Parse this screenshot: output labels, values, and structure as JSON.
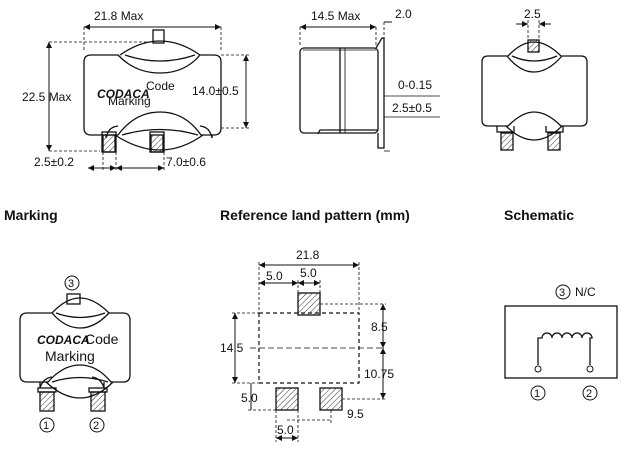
{
  "section_titles": {
    "marking": "Marking",
    "land_pattern": "Reference land pattern (mm)",
    "schematic": "Schematic"
  },
  "front_view": {
    "width_label": "21.8 Max",
    "height_label": "22.5 Max",
    "body_height_label": "14.0±0.5",
    "pad_width_label": "2.5±0.2",
    "pad_pitch_label": "7.0±0.6",
    "logo_text": "CODACA",
    "code_text": "Code",
    "marking_text": "Marking"
  },
  "side_view": {
    "width_label": "14.5 Max",
    "lead_label": "2.0",
    "standoff_label": "0-0.15",
    "terminal_label": "2.5±0.5"
  },
  "rear_view": {
    "pin_width_label": "2.5"
  },
  "marking_view": {
    "logo_text": "CODACA",
    "code_text": "Code",
    "marking_text": "Marking",
    "pin_top": "3",
    "pin_left": "1",
    "pin_right": "2"
  },
  "land_pattern": {
    "width_label": "21.8",
    "pad_offset_label": "5.0",
    "pad_size_label": "5.0",
    "height_label": "14.5",
    "upper_label": "8.5",
    "lower_label": "10.75",
    "bottom_pad_label": "5.0",
    "pad_gap_label": "9.5",
    "bottom_width_label": "5.0"
  },
  "schematic": {
    "pin_top": "3",
    "nc_label": "N/C",
    "pin_left": "1",
    "pin_right": "2"
  }
}
